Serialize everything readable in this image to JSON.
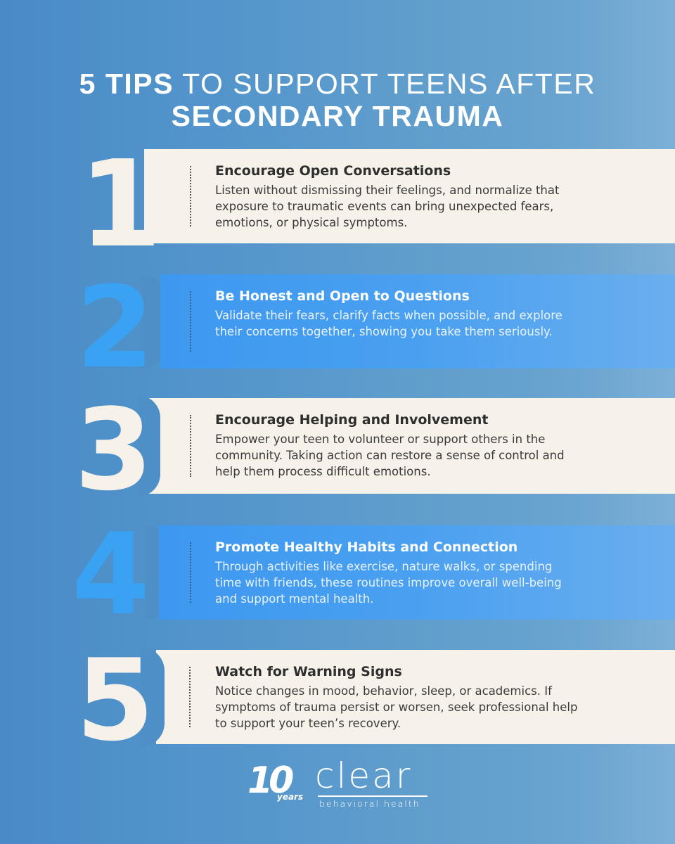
{
  "title": {
    "line1_bold": "5 TIPS",
    "line1_rest": " TO SUPPORT TEENS AFTER",
    "line2": "SECONDARY TRAUMA"
  },
  "tips": [
    {
      "number": "1",
      "style": "cream",
      "heading": "Encourage Open Conversations",
      "body": "Listen without dismissing their feelings, and normalize that exposure to traumatic events can bring unexpected fears, emotions, or physical symptoms."
    },
    {
      "number": "2",
      "style": "blue",
      "heading": "Be Honest and Open to Questions",
      "body": "Validate their fears, clarify facts when possible, and explore their concerns together, showing you take them seriously."
    },
    {
      "number": "3",
      "style": "cream",
      "heading": "Encourage Helping and Involvement",
      "body": "Empower your teen to volunteer or support others in the community. Taking action can restore a sense of control and help them process difficult emotions."
    },
    {
      "number": "4",
      "style": "blue",
      "heading": "Promote Healthy Habits and Connection",
      "body": "Through activities like exercise, nature walks, or spending time with friends, these routines improve overall well-being and support mental health."
    },
    {
      "number": "5",
      "style": "cream",
      "heading": "Watch for Warning Signs",
      "body": "Notice changes in mood, behavior, sleep, or academics. If symptoms of trauma persist or worsen, seek professional help to support your teen’s recovery."
    }
  ],
  "logo": {
    "badge_number": "10",
    "badge_label": "years",
    "wordmark": "clear",
    "tagline": "behavioral health"
  },
  "colors": {
    "background_left": "#4a8bc6",
    "background_right": "#7cb0d8",
    "cream": "#f6f2ea",
    "bright_blue": "#4aa0f0",
    "number_blue": "#3aa2f2",
    "dark_text": "#2e2e2e"
  }
}
